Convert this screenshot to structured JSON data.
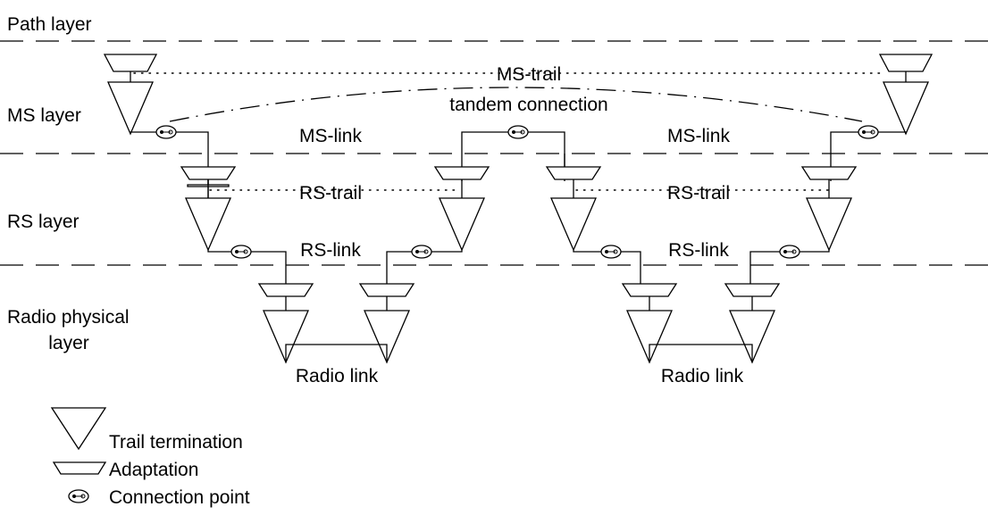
{
  "layers": {
    "path": "Path layer",
    "ms": "MS layer",
    "rs": "RS layer",
    "radio_line1": "Radio physical",
    "radio_line2": "layer"
  },
  "trails": {
    "ms_trail": "MS-trail",
    "tandem": "tandem connection",
    "ms_link_left": "MS-link",
    "ms_link_right": "MS-link",
    "rs_trail_left": "RS-trail",
    "rs_trail_right": "RS-trail",
    "rs_link_left": "RS-link",
    "rs_link_right": "RS-link",
    "radio_link_left": "Radio link",
    "radio_link_right": "Radio link"
  },
  "legend": {
    "trail_termination": "Trail termination",
    "adaptation": "Adaptation",
    "connection_point": "Connection point"
  }
}
